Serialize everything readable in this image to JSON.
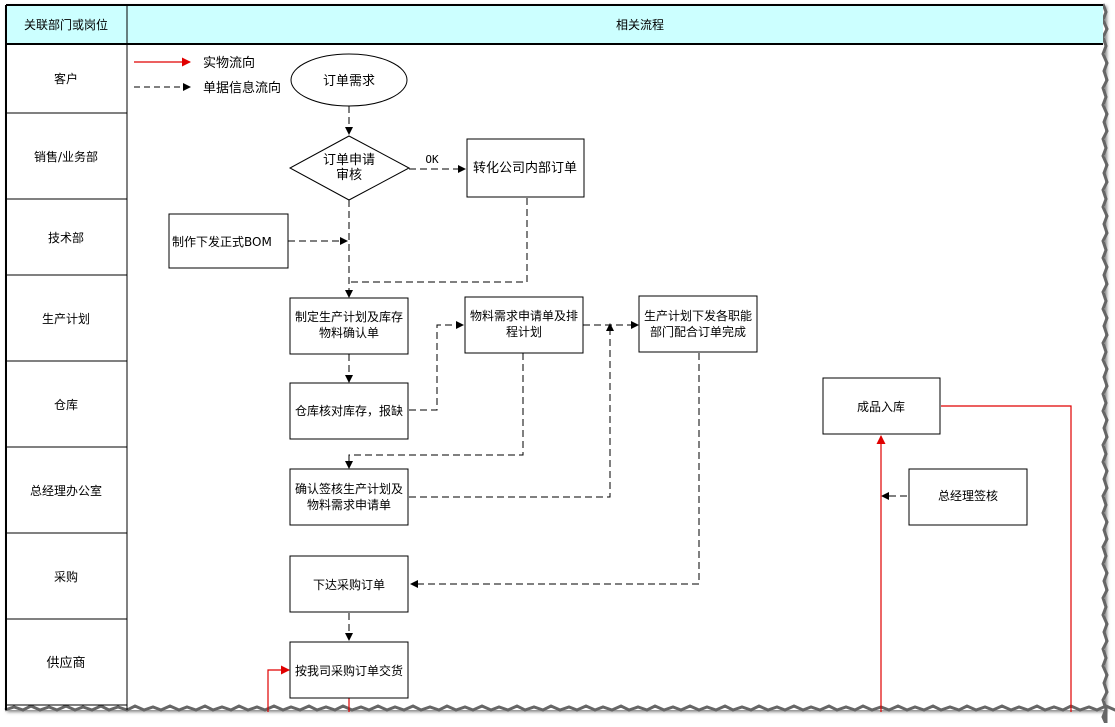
{
  "header": {
    "lane_column_title": "关联部门或岗位",
    "process_column_title": "相关流程",
    "header_bg": "#ccffff"
  },
  "lanes": [
    {
      "id": "customer",
      "label": "客户"
    },
    {
      "id": "sales",
      "label": "销售/业务部"
    },
    {
      "id": "tech",
      "label": "技术部"
    },
    {
      "id": "production-planning",
      "label": "生产计划"
    },
    {
      "id": "warehouse",
      "label": "仓库"
    },
    {
      "id": "gm-office",
      "label": "总经理办公室"
    },
    {
      "id": "purchasing",
      "label": "采购"
    },
    {
      "id": "supplier",
      "label": "供应商"
    }
  ],
  "legend": {
    "physical_flow": "实物流向",
    "document_flow": "单据信息流向",
    "physical_color": "#e00000",
    "document_color": "#000000"
  },
  "nodes": {
    "order_demand": "订单需求",
    "order_review_line1": "订单申请",
    "order_review_line2": "审核",
    "ok_label": "OK",
    "internal_order": "转化公司内部订单",
    "bom": "制作下发正式BOM",
    "prod_plan_line1": "制定生产计划及库存",
    "prod_plan_line2": "物料确认单",
    "material_req_line1": "物料需求申请单及排",
    "material_req_line2": "程计划",
    "plan_issue_line1": "生产计划下发各职能",
    "plan_issue_line2": "部门配合订单完成",
    "stock_check": "仓库核对库存，报缺",
    "confirm_line1": "确认签核生产计划及",
    "confirm_line2": "物料需求申请单",
    "issue_po": "下达采购订单",
    "deliver": "按我司采购订单交货",
    "finished_goods": "成品入库",
    "gm_sign": "总经理签核"
  }
}
